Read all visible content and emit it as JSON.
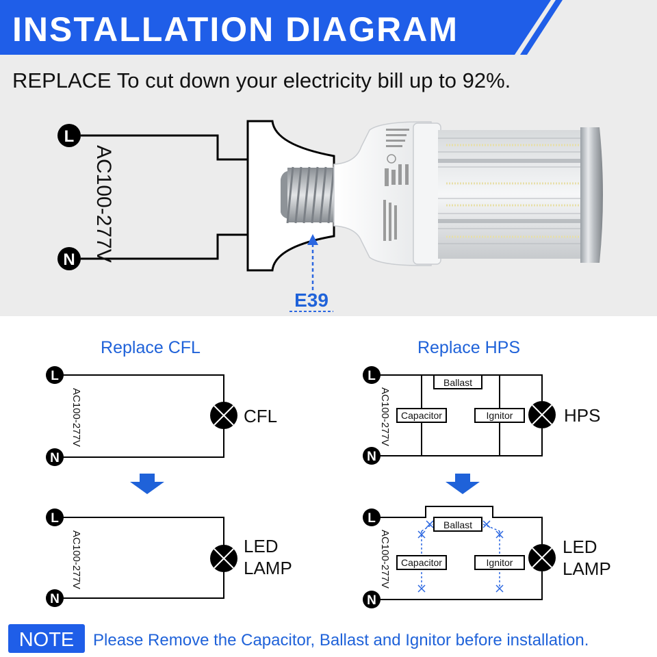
{
  "header": {
    "title": "INSTALLATION DIAGRAM",
    "subtitle": "REPLACE To cut down your electricity bill up to 92%."
  },
  "main_diagram": {
    "terminal_l": "L",
    "terminal_n": "N",
    "voltage": "AC100-277V",
    "base_label": "E39"
  },
  "cfl_section": {
    "title": "Replace CFL",
    "top": {
      "terminal_l": "L",
      "terminal_n": "N",
      "voltage": "AC100-277V",
      "lamp_label": "CFL"
    },
    "bottom": {
      "terminal_l": "L",
      "terminal_n": "N",
      "voltage": "AC100-277V",
      "lamp_label_line1": "LED",
      "lamp_label_line2": "LAMP"
    }
  },
  "hps_section": {
    "title": "Replace HPS",
    "top": {
      "terminal_l": "L",
      "terminal_n": "N",
      "voltage": "AC100-277V",
      "ballast": "Ballast",
      "capacitor": "Capacitor",
      "ignitor": "Ignitor",
      "lamp_label": "HPS"
    },
    "bottom": {
      "terminal_l": "L",
      "terminal_n": "N",
      "voltage": "AC100-277V",
      "ballast": "Ballast",
      "capacitor": "Capacitor",
      "ignitor": "Ignitor",
      "lamp_label_line1": "LED",
      "lamp_label_line2": "LAMP"
    }
  },
  "note": {
    "badge": "NOTE",
    "text": "Please Remove the Capacitor, Ballast and Ignitor before installation."
  },
  "colors": {
    "brand_blue": "#1f5ee8",
    "title_blue": "#1f62d9",
    "accent_blue": "#2a66e0",
    "top_background": "#ececec",
    "line": "#000000"
  }
}
